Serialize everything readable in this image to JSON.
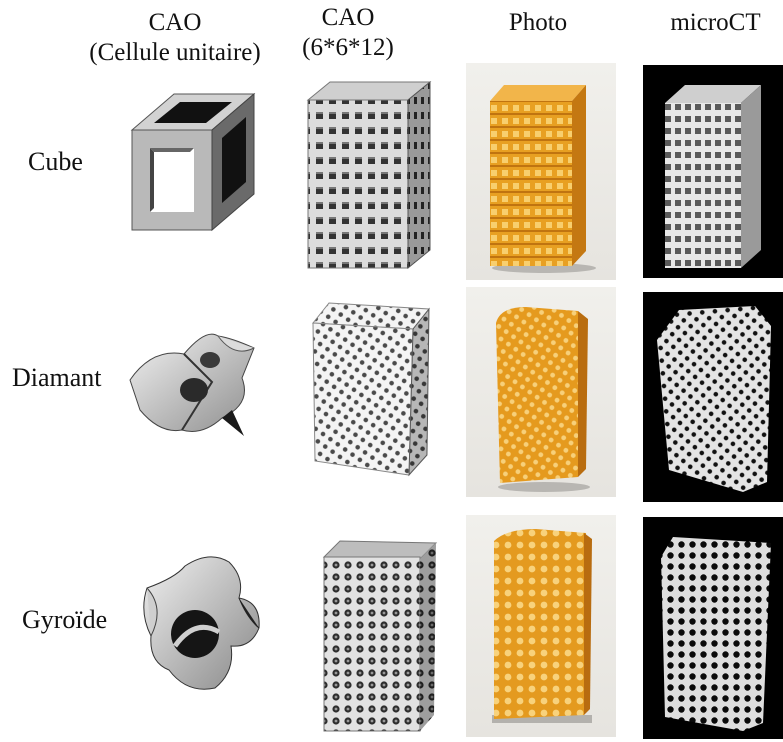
{
  "columns": {
    "unit_cell": {
      "line1": "CAO",
      "line2": "(Cellule unitaire)"
    },
    "cad_block": {
      "line1": "CAO",
      "line2": "(6*6*12)"
    },
    "photo": {
      "line1": "Photo"
    },
    "microct": {
      "line1": "microCT"
    }
  },
  "rows": [
    {
      "label": "Cube"
    },
    {
      "label": "Diamant"
    },
    {
      "label": "Gyroïde"
    }
  ],
  "colors": {
    "resin_orange": "#e79a1c",
    "lattice_grey": "#8c8c8c",
    "ct_background": "#000000",
    "photo_background": "#ecebe7"
  }
}
